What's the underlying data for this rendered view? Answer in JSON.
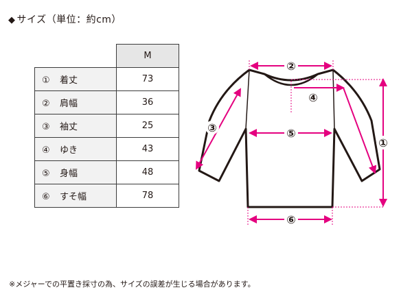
{
  "header": {
    "diamond": "◆",
    "title": "サイズ（単位：約cm）"
  },
  "table": {
    "column": "M",
    "rows": [
      {
        "num": "①",
        "label": "着丈",
        "value": "73"
      },
      {
        "num": "②",
        "label": "肩幅",
        "value": "36"
      },
      {
        "num": "③",
        "label": "袖丈",
        "value": "25"
      },
      {
        "num": "④",
        "label": "ゆき",
        "value": "43"
      },
      {
        "num": "⑤",
        "label": "身幅",
        "value": "48"
      },
      {
        "num": "⑥",
        "label": "すそ幅",
        "value": "78"
      }
    ]
  },
  "diagram": {
    "markers": [
      "①",
      "②",
      "③",
      "④",
      "⑤",
      "⑥"
    ],
    "accent_color": "#e4007f"
  },
  "footer": {
    "note": "※メジャーでの平置き採寸の為、サイズの誤差が生じる場合があります。"
  }
}
